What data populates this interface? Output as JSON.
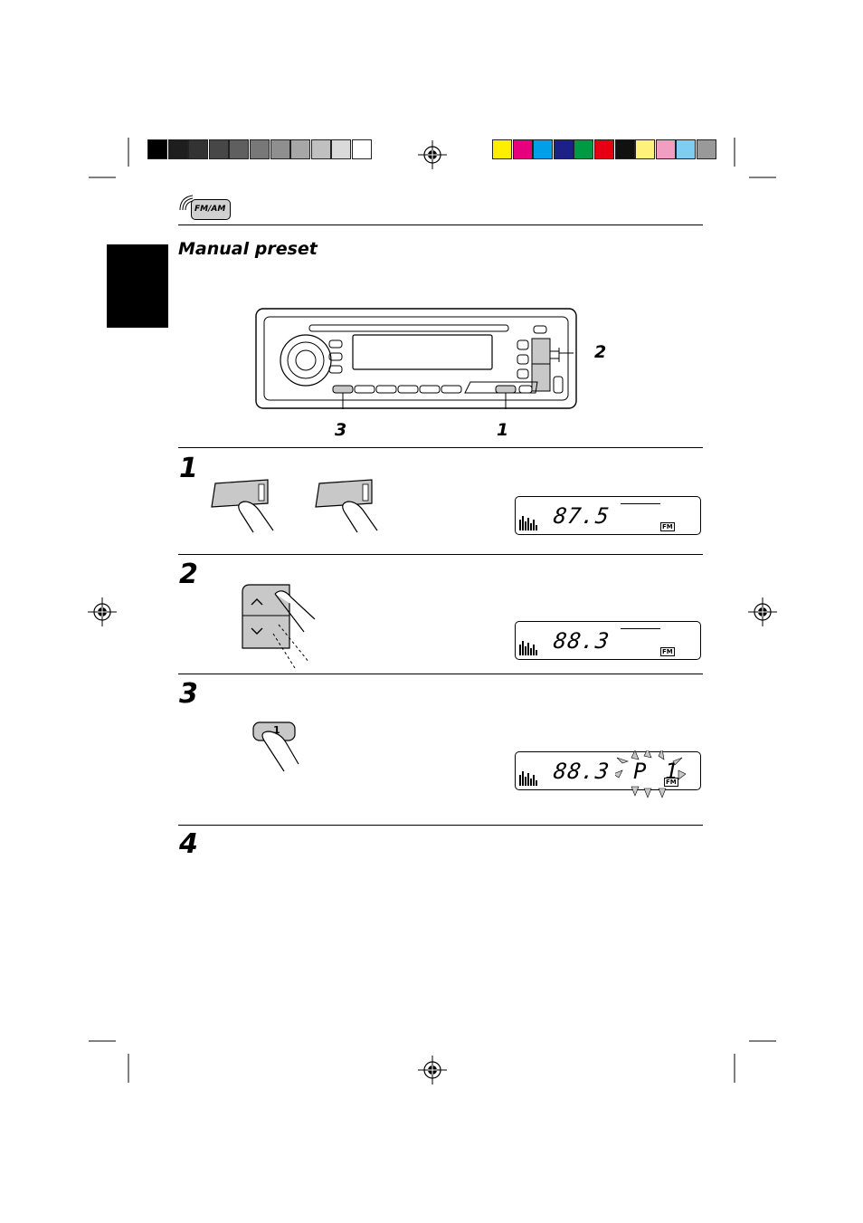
{
  "header": {
    "band_badge": "FM/AM",
    "gray_swatches": [
      "#000000",
      "#1e1e1e",
      "#333333",
      "#474747",
      "#5f5f5f",
      "#787878",
      "#8f8f8f",
      "#a7a7a7",
      "#c0c0c0",
      "#dadada",
      "#ffffff"
    ],
    "color_swatches": [
      "#ffee00",
      "#e6007e",
      "#00a0e9",
      "#1d2088",
      "#009944",
      "#e60012",
      "#111111",
      "#fff27a",
      "#f19ec2",
      "#7ecef4",
      "#999999"
    ]
  },
  "section": {
    "title": "Manual preset"
  },
  "diagram": {
    "callouts": {
      "a": "2",
      "b": "3",
      "c": "1"
    }
  },
  "steps": [
    {
      "number": "1",
      "display": {
        "frequency": "87.5",
        "band": "FM"
      }
    },
    {
      "number": "2",
      "display": {
        "frequency": "88.3",
        "band": "FM"
      }
    },
    {
      "number": "3",
      "button_label": "1",
      "display": {
        "frequency": "88.3",
        "preset": "P 1",
        "band": "FM"
      }
    },
    {
      "number": "4"
    }
  ],
  "colors": {
    "ink": "#000000",
    "panel_gray": "#d4d4d4",
    "lcd_border": "#000000"
  }
}
